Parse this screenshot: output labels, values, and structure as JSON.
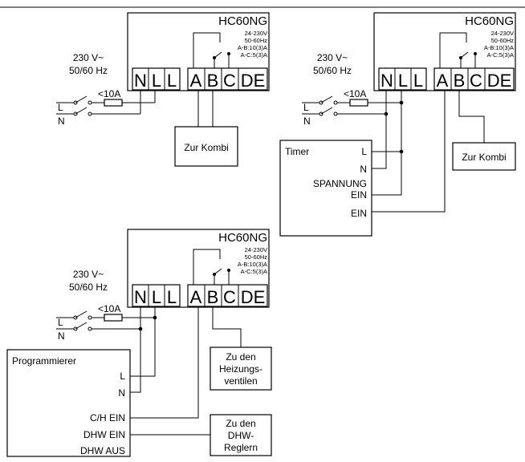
{
  "model": "HC60NG",
  "terminals": [
    "N",
    "L",
    "L",
    "A",
    "B",
    "C",
    "D",
    "E"
  ],
  "specs": [
    "24-230V",
    "50-60Hz",
    "A-B:10(3)A",
    "A-C:5(3)A"
  ],
  "supply": {
    "voltage": "230 V~",
    "frequency": "50/60 Hz",
    "fuse": "<10A",
    "line": "L",
    "neutral": "N"
  },
  "diagram1": {
    "output_box": "Zur Kombi"
  },
  "diagram2": {
    "timer_title": "Timer",
    "timer_l": "L",
    "timer_n": "N",
    "timer_spannung": "SPANNUNG",
    "timer_ein1": "EIN",
    "timer_ein2": "EIN",
    "output_box": "Zur Kombi"
  },
  "diagram3": {
    "prog_title": "Programmierer",
    "prog_l": "L",
    "prog_n": "N",
    "prog_ch": "C/H EIN",
    "prog_dhw_ein": "DHW EIN",
    "prog_dhw_aus": "DHW AUS",
    "valves_box": [
      "Zu den",
      "Heizungs-",
      "ventilen"
    ],
    "dhw_box": [
      "Zu den",
      "DHW-",
      "Reglern"
    ]
  }
}
